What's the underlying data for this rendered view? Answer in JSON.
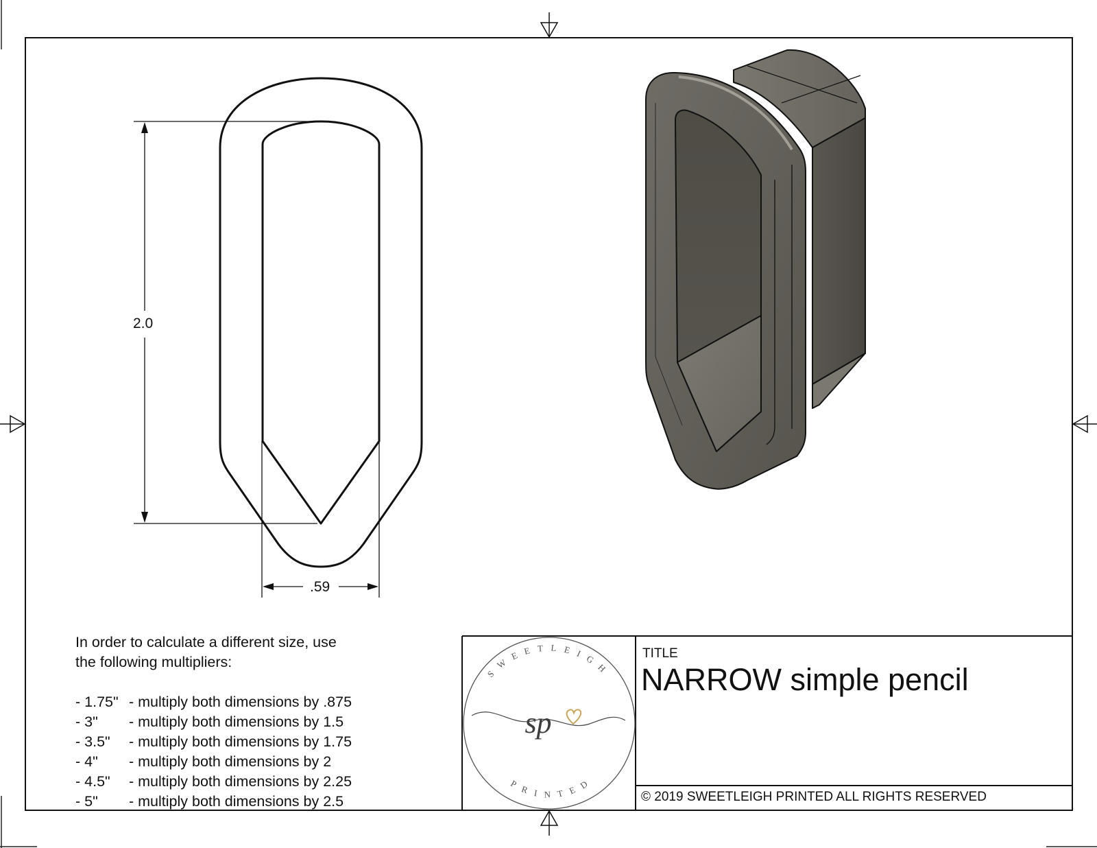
{
  "drawing": {
    "dimensions": {
      "height": {
        "value": "2.0",
        "unit": "in"
      },
      "width": {
        "value": ".59",
        "unit": "in"
      }
    },
    "views": [
      "flat-outline-view",
      "isometric-3d-view"
    ],
    "registration_marks": [
      "top",
      "bottom",
      "left",
      "right"
    ]
  },
  "notes": {
    "intro_line1": "In order to calculate a different size, use",
    "intro_line2": "the following multipliers:",
    "multipliers": [
      {
        "size": "- 1.75\"",
        "text": "- multiply both dimensions by .875"
      },
      {
        "size": "- 3\"",
        "text": "- multiply both dimensions by 1.5"
      },
      {
        "size": "- 3.5\"",
        "text": "- multiply both dimensions by 1.75"
      },
      {
        "size": "- 4\"",
        "text": "- multiply both dimensions by 2"
      },
      {
        "size": "- 4.5\"",
        "text": "- multiply both dimensions by 2.25"
      },
      {
        "size": "- 5\"",
        "text": "- multiply both dimensions by 2.5"
      }
    ]
  },
  "title_block": {
    "label": "TITLE",
    "value": "NARROW simple pencil",
    "copyright": "© 2019  SWEETLEIGH PRINTED  ALL RIGHTS RESERVED",
    "logo": {
      "top_text": "SWEETLEIGH",
      "bottom_text": "PRINTED",
      "monogram": "sp",
      "icon": "heart-icon",
      "accent_color": "#c9a55a"
    }
  },
  "colors": {
    "line": "#111111",
    "model_dark": "#4d4a44",
    "model_mid": "#6b6862",
    "model_light": "#8a8780"
  }
}
